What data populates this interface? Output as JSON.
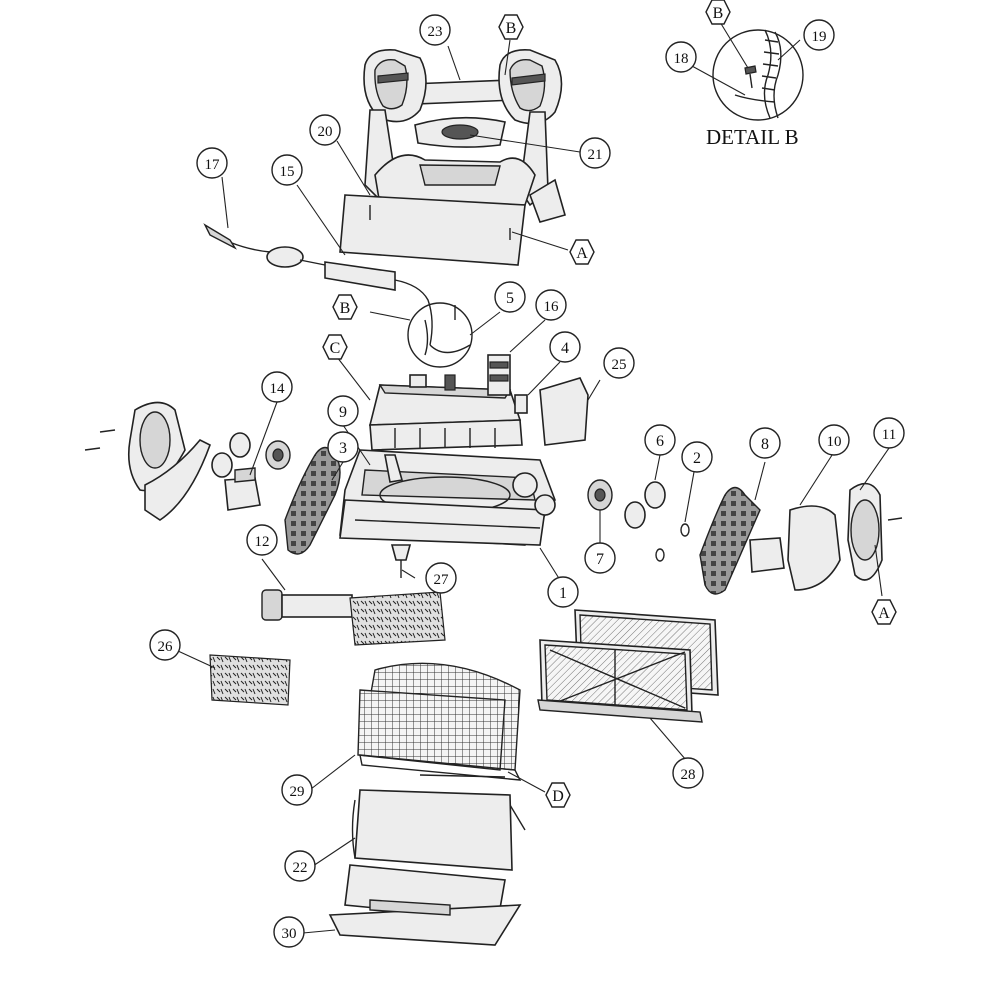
{
  "detail_title": "DETAIL B",
  "callouts": {
    "c1": "1",
    "c2": "2",
    "c3": "3",
    "c4": "4",
    "c5": "5",
    "c6": "6",
    "c7": "7",
    "c8": "8",
    "c9": "9",
    "c10": "10",
    "c11": "11",
    "c12": "12",
    "c14": "14",
    "c15": "15",
    "c16": "16",
    "c17": "17",
    "c18": "18",
    "c19": "19",
    "c20": "20",
    "c21": "21",
    "c22": "22",
    "c23": "23",
    "c25": "25",
    "c26": "26",
    "c27": "27",
    "c28": "28",
    "c29": "29",
    "c30": "30"
  },
  "letters": {
    "A_top": "A",
    "A_right": "A",
    "B_top": "B",
    "B_detail": "B",
    "B_cable": "B",
    "C_left": "C",
    "D_basket": "D"
  }
}
